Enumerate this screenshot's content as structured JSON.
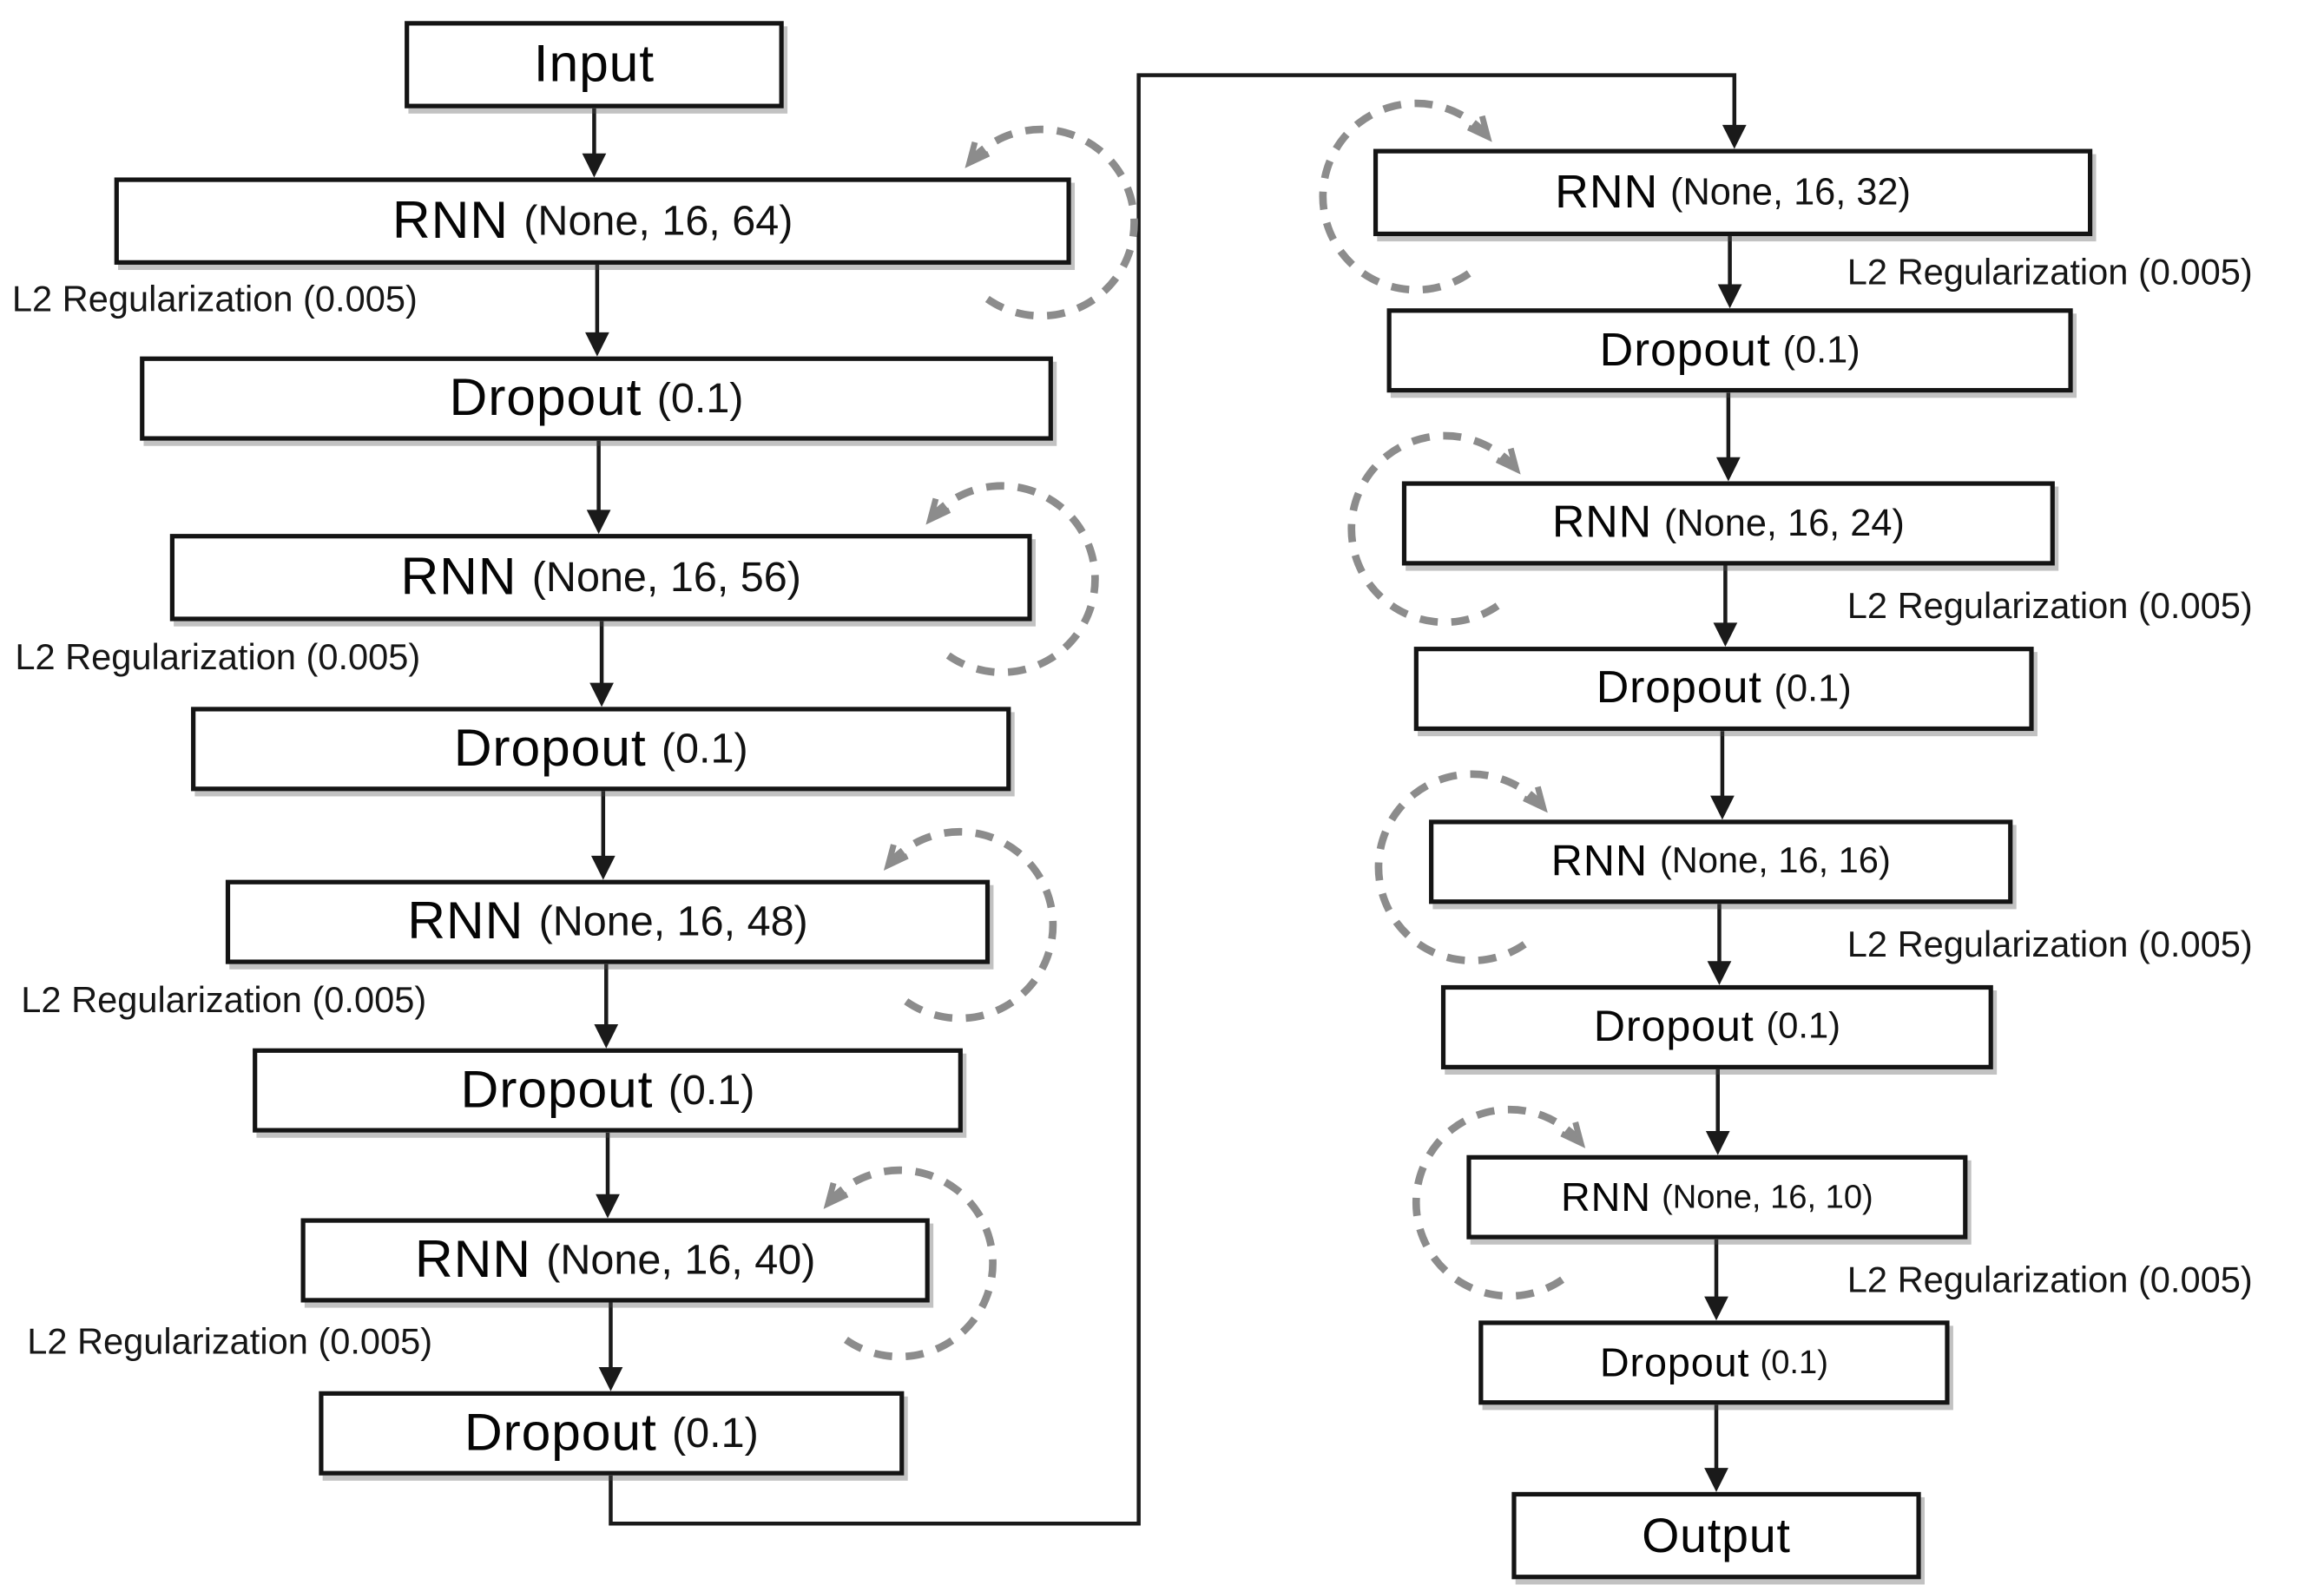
{
  "nodes": {
    "input": {
      "label": "Input"
    },
    "rnn1": {
      "name": "RNN",
      "shape": "(None, 16, 64)"
    },
    "drop1": {
      "name": "Dropout",
      "rate": "(0.1)"
    },
    "rnn2": {
      "name": "RNN",
      "shape": "(None, 16, 56)"
    },
    "drop2": {
      "name": "Dropout",
      "rate": "(0.1)"
    },
    "rnn3": {
      "name": "RNN",
      "shape": "(None, 16, 48)"
    },
    "drop3": {
      "name": "Dropout",
      "rate": "(0.1)"
    },
    "rnn4": {
      "name": "RNN",
      "shape": "(None, 16, 40)"
    },
    "drop4": {
      "name": "Dropout",
      "rate": "(0.1)"
    },
    "rnn5": {
      "name": "RNN",
      "shape": "(None, 16, 32)"
    },
    "drop5": {
      "name": "Dropout",
      "rate": "(0.1)"
    },
    "rnn6": {
      "name": "RNN",
      "shape": "(None, 16, 24)"
    },
    "drop6": {
      "name": "Dropout",
      "rate": "(0.1)"
    },
    "rnn7": {
      "name": "RNN",
      "shape": "(None, 16, 16)"
    },
    "drop7": {
      "name": "Dropout",
      "rate": "(0.1)"
    },
    "rnn8": {
      "name": "RNN",
      "shape": "(None, 16, 10)"
    },
    "drop8": {
      "name": "Dropout",
      "rate": "(0.1)"
    },
    "output": {
      "label": "Output"
    }
  },
  "annotations": {
    "l2_left_1": "L2 Regularization (0.005)",
    "l2_left_2": "L2 Regularization (0.005)",
    "l2_left_3": "L2 Regularization (0.005)",
    "l2_left_4": "L2 Regularization (0.005)",
    "l2_right_1": "L2 Regularization (0.005)",
    "l2_right_2": "L2 Regularization (0.005)",
    "l2_right_3": "L2 Regularization (0.005)",
    "l2_right_4": "L2 Regularization (0.005)"
  },
  "colors": {
    "background": "#ffffff",
    "box_border": "#141414",
    "flow_line": "#1a1a1a",
    "loop_arrow": "#8c8c8c"
  }
}
